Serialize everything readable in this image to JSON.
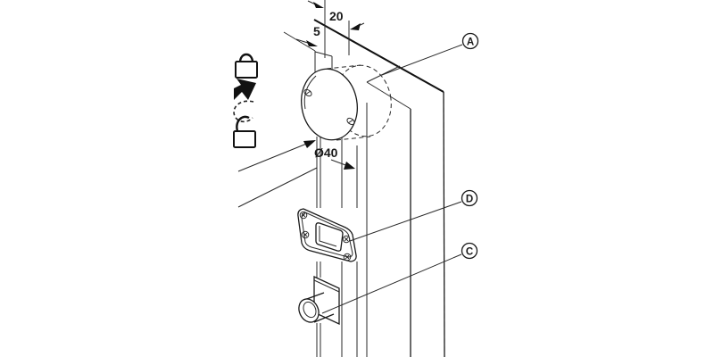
{
  "drawing": {
    "title_hint": "cylinder-lock-installation-diagram",
    "line_color": "#1a1a1a",
    "background": "#ffffff",
    "dimensions": {
      "notch_width": "20",
      "notch_depth": "5",
      "cylinder_diameter": "Ø40"
    },
    "part_labels": {
      "cylinder": "A",
      "strike_plate": "D",
      "bolt": "C"
    },
    "icons": {
      "locked": "closed-padlock",
      "turn": "solid-turn-arrow",
      "rotate": "dashed-rotate-arrow",
      "unlocked": "open-padlock"
    }
  }
}
